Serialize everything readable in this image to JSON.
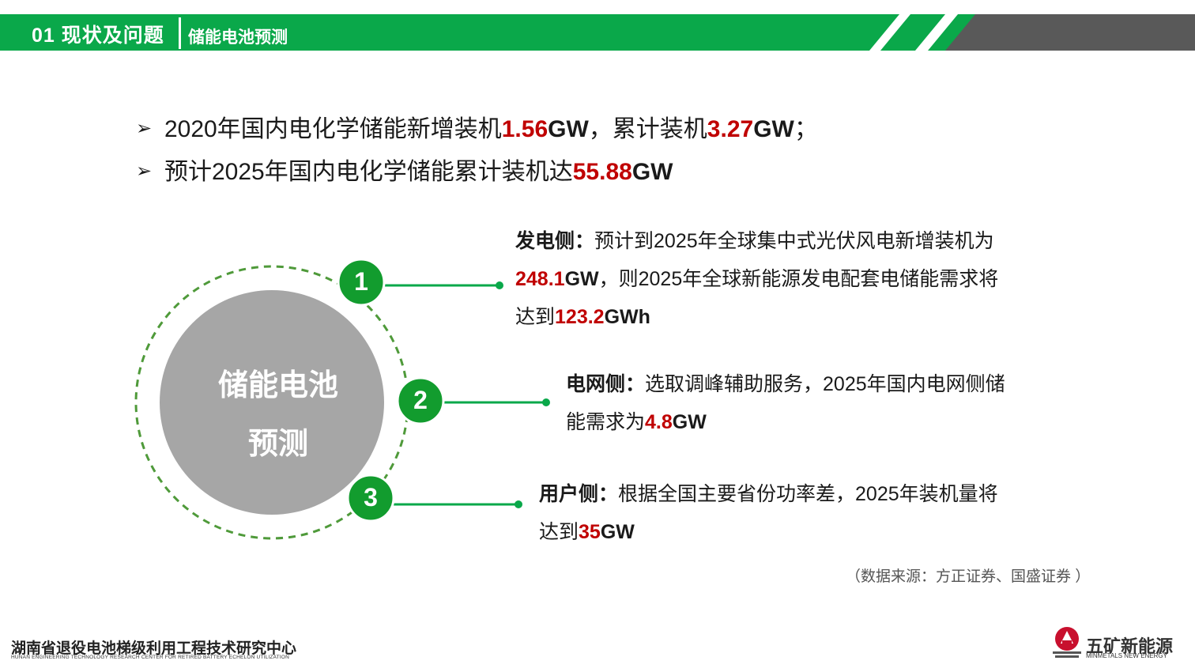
{
  "header": {
    "section": "01 现状及问题",
    "subtitle": "储能电池预测"
  },
  "bullets": [
    {
      "arrow": "➢",
      "p1": "2020年国内电化学储能新增装机",
      "v1": "1.56",
      "u1": "GW",
      "p2": "，累计装机",
      "v2": "3.27",
      "u2": "GW",
      "p3": "；"
    },
    {
      "arrow": "➢",
      "p1": "预计2025年国内电化学储能累计装机达",
      "v1": "55.88",
      "u1": "GW"
    }
  ],
  "diagram": {
    "center_line1": "储能电池",
    "center_line2": "预测",
    "numbers": [
      "1",
      "2",
      "3"
    ]
  },
  "items": [
    {
      "label": "发电侧：",
      "t1": "预计到2025年全球集中式光伏风电新增装机为",
      "v1": "248.1",
      "u1": "GW",
      "t2": "，则2025年全球新能源发电配套电储能需求将",
      "t3": "达到",
      "v2": "123.2",
      "u2": "GWh"
    },
    {
      "label": "电网侧：",
      "t1": "选取调峰辅助服务，2025年国内电网侧储",
      "t2": "能需求为",
      "v1": "4.8",
      "u1": "GW"
    },
    {
      "label": "用户侧：",
      "t1": "根据全国主要省份功率差，2025年装机量将",
      "t2": "达到",
      "v1": "35",
      "u1": "GW"
    }
  ],
  "source": "（数据来源：方正证券、国盛证券 ）",
  "footer": {
    "org_cn": "湖南省退役电池梯级利用工程技术研究中心",
    "org_en": "HUNAN ENGINEERING TECHNOLOGY RESEARCH CENTER FOR RETIRED BATTERY ECHELON UTILIZATION",
    "logo_cn": "五矿新能源",
    "logo_en": "MINMETALS NEW ENERGY"
  },
  "colors": {
    "green": "#0aa84a",
    "dark_gray": "#595959",
    "red": "#c00000",
    "circle_gray": "#a6a6a6",
    "dashed_green": "#4f9a3a"
  }
}
